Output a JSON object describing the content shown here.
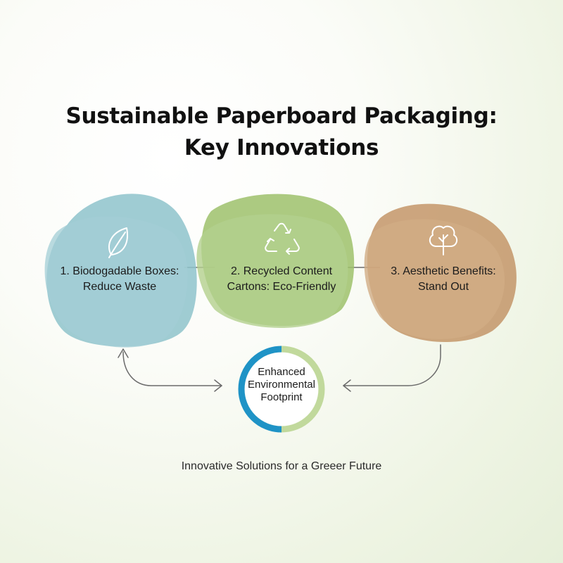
{
  "title": {
    "line1": "Sustainable Paperboard Packaging:",
    "line2": "Key Innovations"
  },
  "steps": [
    {
      "line1": "1. Biodogadable Boxes:",
      "line2": "Reduce Waste",
      "icon": "leaf-icon",
      "color": "#92c6cc"
    },
    {
      "line1": "2. Recycled Content",
      "line2": "Cartons: Eco-Friendly",
      "icon": "recycle-icon",
      "color": "#a8c97a"
    },
    {
      "line1": "3. Aesthetic Benefits:",
      "line2": "Stand Out",
      "icon": "tree-icon",
      "color": "#c9a37a"
    }
  ],
  "center": {
    "line1": "Enhanced",
    "line2": "Environmental",
    "line3": "Footprint",
    "ring_colors": [
      "#1f93c6",
      "#c1d99c"
    ]
  },
  "footer": "Innovative Solutions for a Greeer Future"
}
